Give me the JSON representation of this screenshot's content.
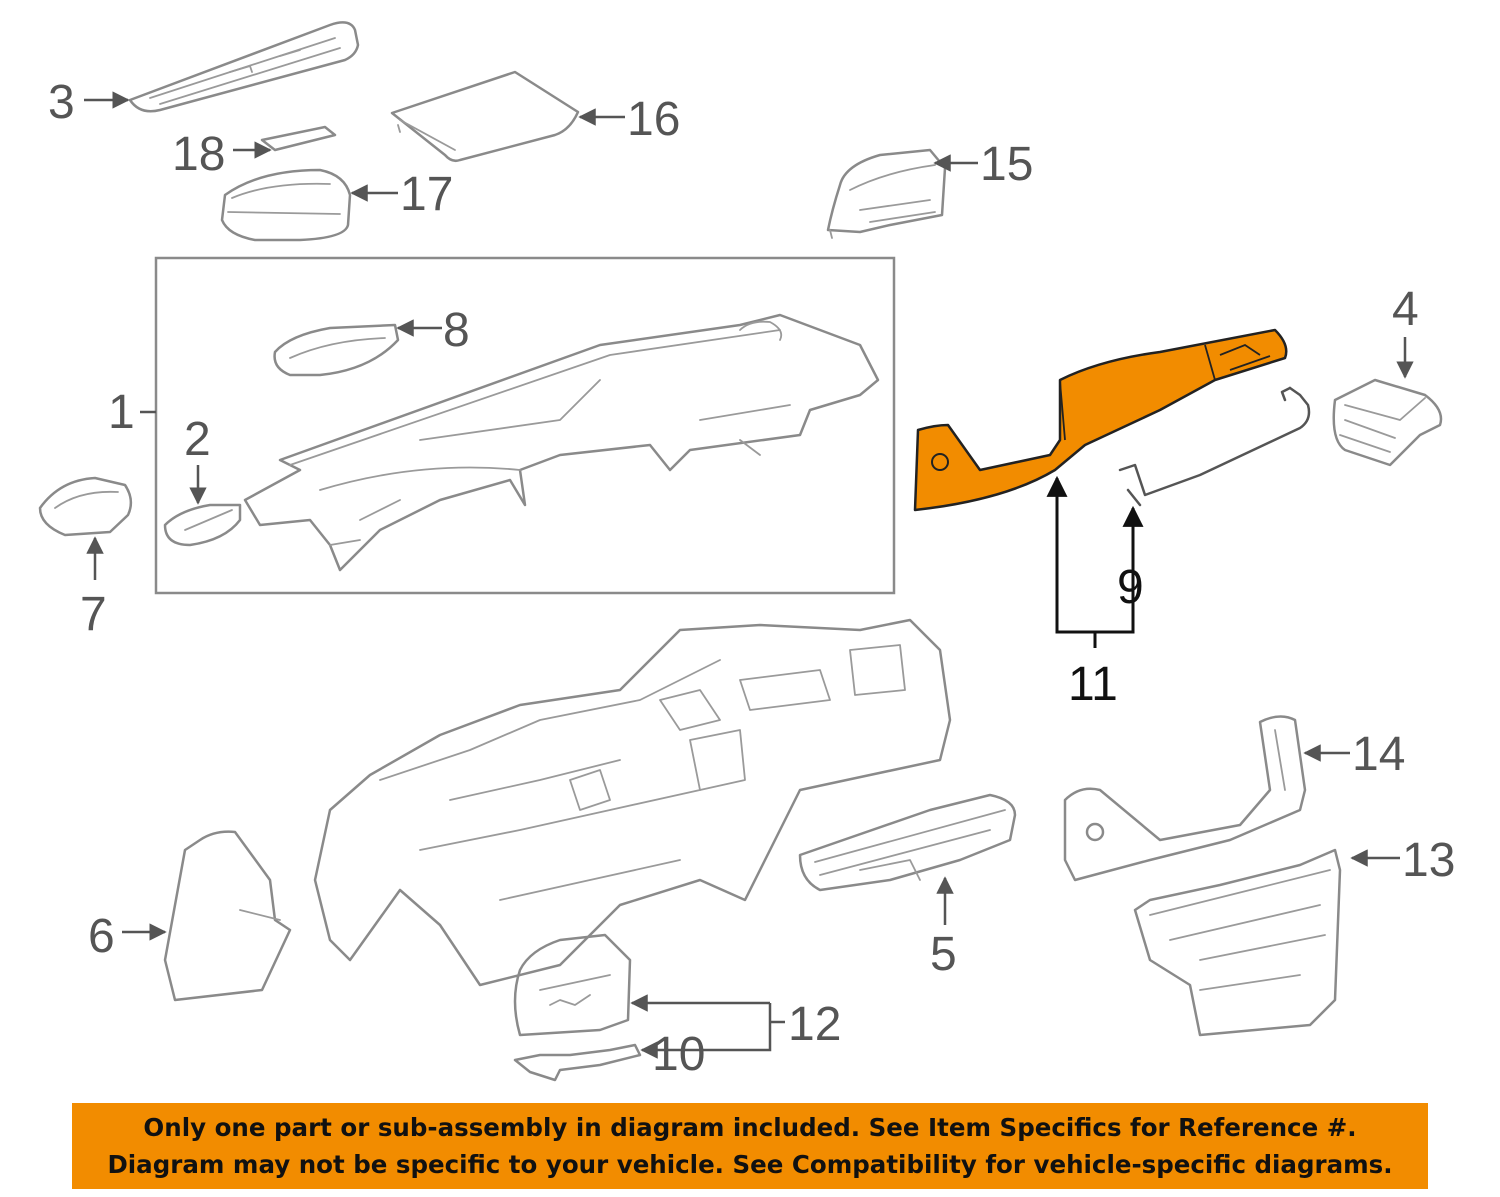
{
  "callouts": {
    "c1": "1",
    "c2": "2",
    "c3": "3",
    "c4": "4",
    "c5": "5",
    "c6": "6",
    "c7": "7",
    "c8": "8",
    "c9": "9",
    "c10": "10",
    "c11": "11",
    "c12": "12",
    "c13": "13",
    "c14": "14",
    "c15": "15",
    "c16": "16",
    "c17": "17",
    "c18": "18"
  },
  "banner": {
    "line1": "Only one part or sub-assembly in diagram included. See Item Specifics for Reference #.",
    "line2": "Diagram may not be specific to your vehicle. See Compatibility for vehicle-specific diagrams."
  },
  "colors": {
    "highlight": "#f28c00",
    "banner_background": "#f28c00",
    "line_art": "#8a8a8a",
    "callout_text": "#555555"
  }
}
